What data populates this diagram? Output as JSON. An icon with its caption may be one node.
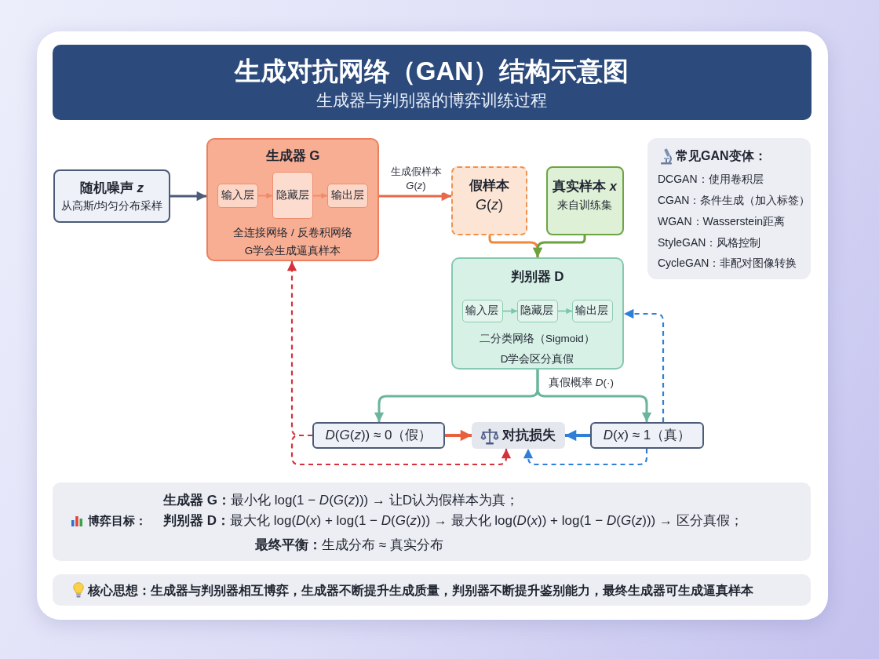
{
  "diagram": {
    "title": "生成对抗网络（GAN）结构示意图",
    "nodes": [
      {
        "text": [
          "随机噪声 *z*",
          "从高斯/均匀分布采样"
        ]
      },
      {
        "text": [
          "生成器 G",
          "全连接网络 / 反卷积网络",
          "G学会生成逼真样本"
        ]
      },
      {
        "text": [
          "输入层"
        ],
        "in": 1
      },
      {
        "text": [
          "隐藏层"
        ],
        "in": 1
      },
      {
        "text": [
          "输出层"
        ],
        "in": 1
      },
      {
        "text": [
          "假样本",
          "*G*(*z*)"
        ]
      },
      {
        "text": [
          "真实样本 *x*",
          "来自训练集"
        ]
      },
      {
        "text": [
          "判别器 D",
          "二分类网络（Sigmoid）",
          "D学会区分真假"
        ]
      },
      {
        "text": [
          "输入层"
        ],
        "in": 7
      },
      {
        "text": [
          "隐藏层"
        ],
        "in": 7
      },
      {
        "text": [
          "输出层"
        ],
        "in": 7
      },
      {
        "text": [
          "*D*(*G*(*z*)) ≈ 0（假）"
        ]
      },
      {
        "text": [
          "对抗损失"
        ]
      },
      {
        "text": [
          "*D*(*x*) ≈ 1（真）"
        ]
      },
      {
        "text": [
          "常见GAN变体：",
          "DCGAN：使用卷积层",
          "CGAN：条件生成（加入标签）",
          "WGAN：Wasserstein距离",
          "StyleGAN：风格控制",
          "CycleGAN：非配对图像转换"
        ]
      },
      {
        "text": [
          "博弈目标：",
          "**生成器 G：**最小化 log(1 − *D*(*G*(*z*))) → 让D认为假样本为真；",
          "**判别器 D：**最大化 log(*D*(*x*) + log(1 − *D*(*G*(*z*))) → 最大化 log(*D*(*x*)) + log(1 − *D*(*G*(*z*))) → 区分真假；",
          "**最终平衡：**生成分布 ≈ 真实分布"
        ]
      },
      {
        "text": [
          "核心思想：生成器与判别器相互博弈，生成器不断提升生成质量，判别器不断提升鉴别能力，最终生成器可生成逼真样本"
        ]
      }
    ],
    "edges": [
      {
        "from": 0,
        "to": 1,
        "arrow": "to",
        "color": "#4b5b78"
      },
      {
        "from": 2,
        "to": 3,
        "arrow": "to",
        "color": "#f08a6a"
      },
      {
        "from": 3,
        "to": 4,
        "arrow": "to",
        "color": "#f08a6a"
      },
      {
        "from": 1,
        "to": 5,
        "arrow": "to",
        "label": "生成假样本 *G*(*z*)",
        "color": "#e8684a"
      },
      {
        "from": 5,
        "to": 7,
        "arrow": "to",
        "color": "#f0873a"
      },
      {
        "from": 6,
        "to": 7,
        "arrow": "to",
        "color": "#6aa23f"
      },
      {
        "from": 8,
        "to": 9,
        "arrow": "to",
        "color": "#7cc7ac"
      },
      {
        "from": 9,
        "to": 10,
        "arrow": "to",
        "color": "#7cc7ac"
      },
      {
        "from": 7,
        "to": 11,
        "arrow": "to",
        "label": "真假概率 *D*(·)",
        "color": "#6bb59c"
      },
      {
        "from": 7,
        "to": 13,
        "arrow": "to",
        "color": "#6bb59c"
      },
      {
        "from": 11,
        "to": 12,
        "arrow": "to",
        "style": "thick",
        "color": "#e8603c"
      },
      {
        "from": 13,
        "to": 12,
        "arrow": "to",
        "style": "thick",
        "color": "#2f7fd8"
      },
      {
        "from": 11,
        "to": 1,
        "arrow": "to",
        "style": "dashed",
        "color": "#d6303a"
      },
      {
        "from": 11,
        "to": 12,
        "arrow": "to",
        "style": "dashed",
        "color": "#d6303a"
      },
      {
        "from": 13,
        "to": 7,
        "arrow": "to",
        "style": "dashed",
        "color": "#2f7fd8"
      },
      {
        "from": 13,
        "to": 12,
        "arrow": "to",
        "style": "dashed",
        "color": "#2f7fd8"
      }
    ],
    "labels": [
      "生成器与判别器的博弈训练过程"
    ]
  }
}
